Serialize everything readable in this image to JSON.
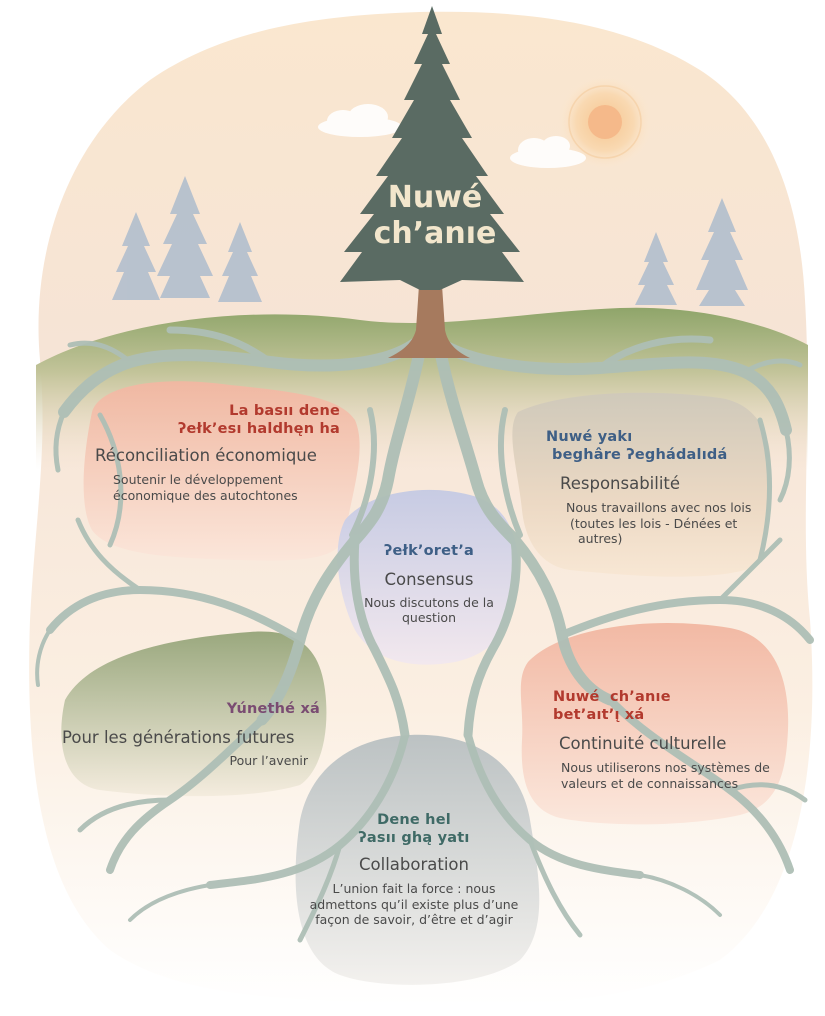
{
  "tree": {
    "line1": "Nuwé",
    "line2": "ch’anıe"
  },
  "principles": {
    "reconciliation": {
      "native": [
        "La basıı dene",
        "ʔełk’esı haldhęn ha"
      ],
      "title": "Réconciliation économique",
      "desc": [
        "Soutenir le développement",
        "économique des autochtones"
      ]
    },
    "responsibility": {
      "native": [
        "Nuwé yakı",
        "beghâre ʔeghádalıdá"
      ],
      "title": "Responsabilité",
      "desc": [
        "Nous travaillons avec nos lois",
        "(toutes les lois - Dénées et",
        "autres)"
      ]
    },
    "consensus": {
      "native": [
        "ʔełk’oret’a"
      ],
      "title": "Consensus",
      "desc": [
        "Nous discutons de la",
        "question"
      ]
    },
    "future": {
      "native": [
        "Yúnethé xá"
      ],
      "title": "Pour les générations futures",
      "desc": [
        "Pour l’avenir"
      ]
    },
    "continuity": {
      "native": [
        "Nuwé  ch’anıe",
        "bet’aıt’ı̨ xá"
      ],
      "title": "Continuité culturelle",
      "desc": [
        "Nous utiliserons nos systèmes de",
        "valeurs et de connaissances"
      ]
    },
    "collaboration": {
      "native": [
        "Dene hel",
        "ʔasıı ghą yatı"
      ],
      "title": "Collaboration",
      "desc": [
        "L’union fait la force : nous",
        "admettons qu’il existe plus d’une",
        "façon de savoir, d’être et d’agir"
      ]
    }
  },
  "colors": {
    "sky": "#fbe9d2",
    "hill": "#94a86e",
    "root": "#aebfb6",
    "tree": "#5a6b63",
    "trunk": "#a67a5e",
    "red_text": "#b23a2e",
    "blue_text": "#3e5f86",
    "purple_text": "#7a4c72",
    "teal_text": "#3f6a66"
  }
}
